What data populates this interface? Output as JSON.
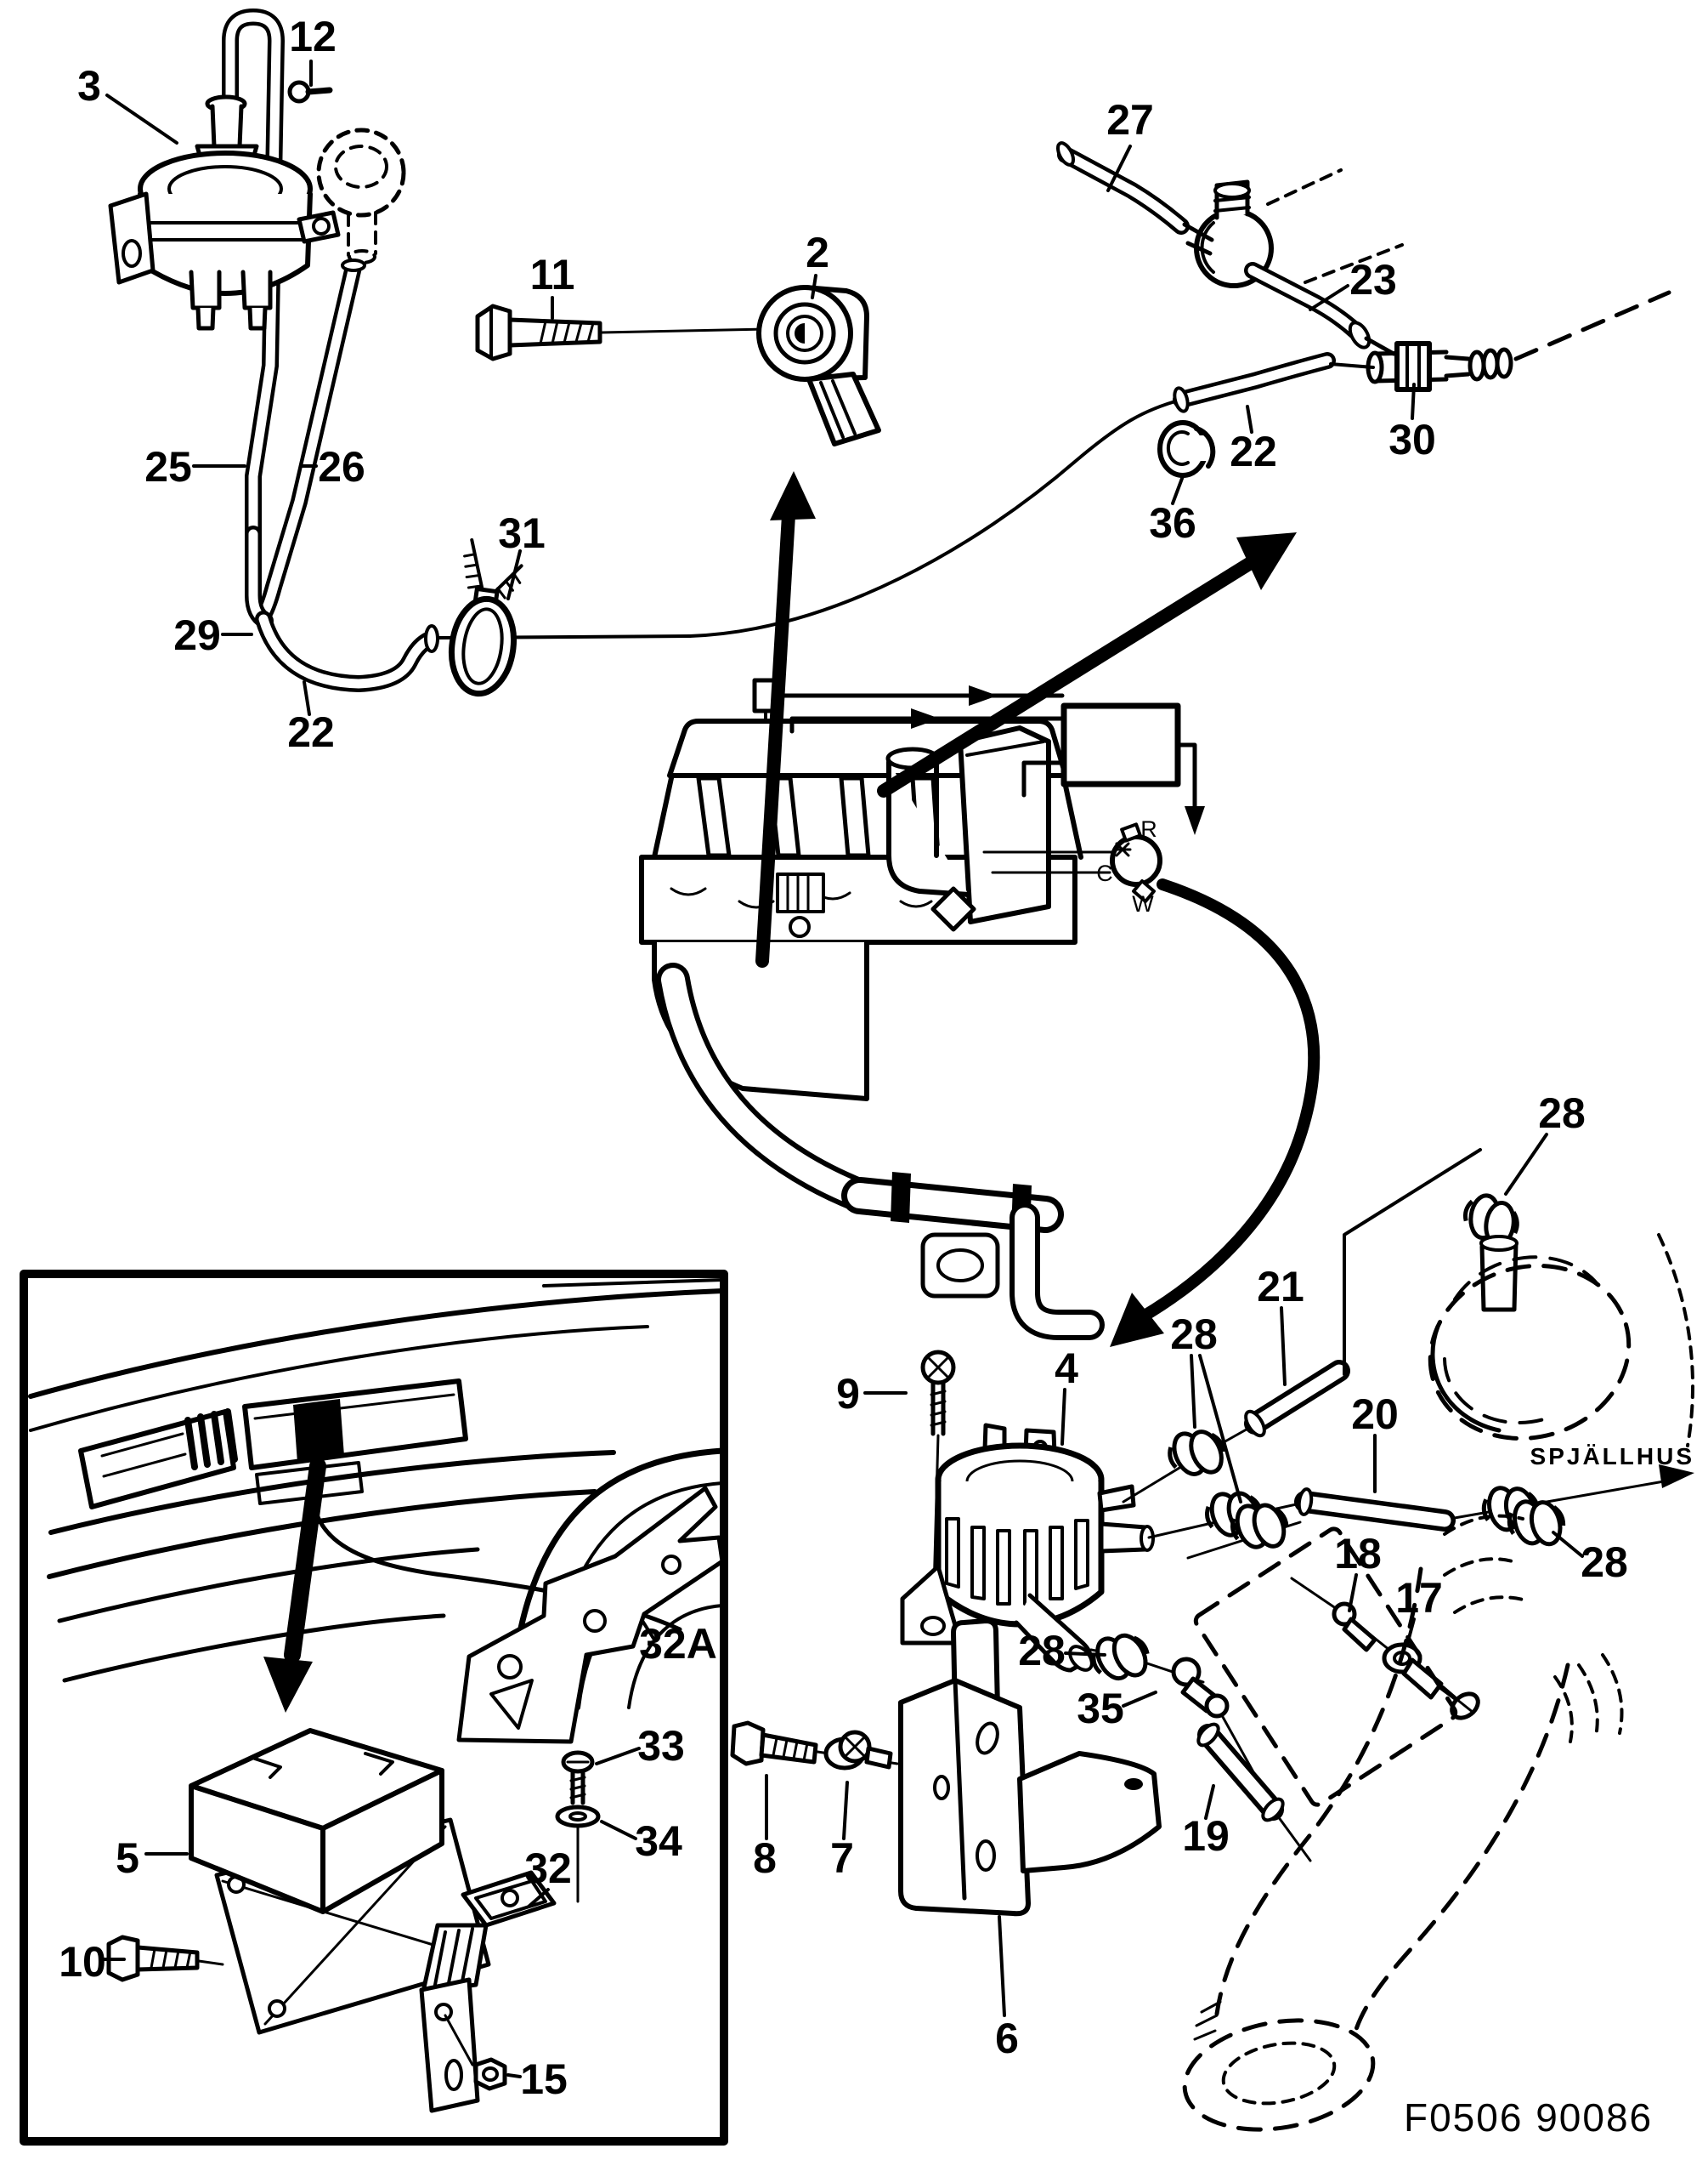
{
  "figure": {
    "description": "Exploded parts diagram - vacuum hoses, knock sensor, purge valve and ECU mounting",
    "code": "F0506 90086",
    "throttle_annotation": "SPJÄLLHUS"
  },
  "labels": {
    "p2": "2",
    "p3": "3",
    "p4": "4",
    "p5": "5",
    "p6": "6",
    "p7": "7",
    "p8": "8",
    "p9": "9",
    "p10": "10",
    "p11": "11",
    "p12": "12",
    "p15": "15",
    "p17": "17",
    "p18": "18",
    "p19": "19",
    "p20": "20",
    "p21": "21",
    "p22": "22",
    "p23": "23",
    "p25": "25",
    "p26": "26",
    "p27": "27",
    "p28": "28",
    "p29": "29",
    "p30": "30",
    "p31": "31",
    "p32": "32",
    "p32a": "32A",
    "p33": "33",
    "p34": "34",
    "p35": "35",
    "p36": "36"
  },
  "distributor_ports": {
    "r": "R",
    "c": "C",
    "w": "W"
  },
  "part_numbers": [
    "2",
    "3",
    "4",
    "5",
    "6",
    "7",
    "8",
    "9",
    "10",
    "11",
    "12",
    "15",
    "17",
    "18",
    "19",
    "20",
    "21",
    "22",
    "23",
    "25",
    "26",
    "27",
    "28",
    "29",
    "30",
    "31",
    "32",
    "32A",
    "33",
    "34",
    "35",
    "36"
  ]
}
